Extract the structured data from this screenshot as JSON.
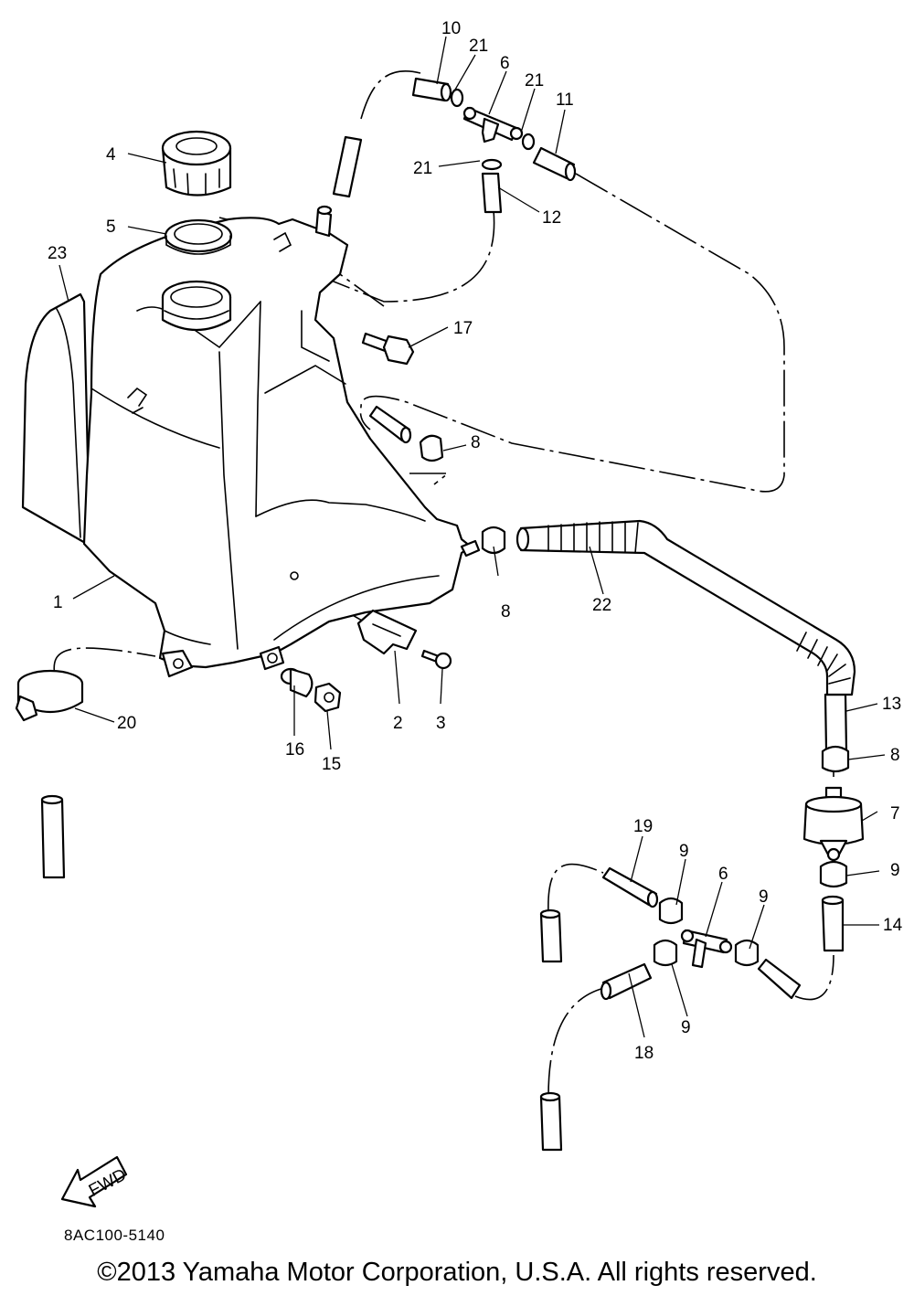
{
  "diagram": {
    "callouts": {
      "c1": "1",
      "c2": "2",
      "c3": "3",
      "c4": "4",
      "c5": "5",
      "c6a": "6",
      "c6b": "6",
      "c7": "7",
      "c8a": "8",
      "c8b": "8",
      "c8c": "8",
      "c9a": "9",
      "c9b": "9",
      "c9c": "9",
      "c9d": "9",
      "c10": "10",
      "c11": "11",
      "c12": "12",
      "c13": "13",
      "c14": "14",
      "c15": "15",
      "c16": "16",
      "c17": "17",
      "c18": "18",
      "c19": "19",
      "c20": "20",
      "c21a": "21",
      "c21b": "21",
      "c21c": "21",
      "c22": "22",
      "c23": "23"
    },
    "fwd_label": "FWD",
    "drawing_code": "8AC100-5140",
    "copyright": "©2013 Yamaha Motor Corporation, U.S.A. All rights reserved."
  }
}
